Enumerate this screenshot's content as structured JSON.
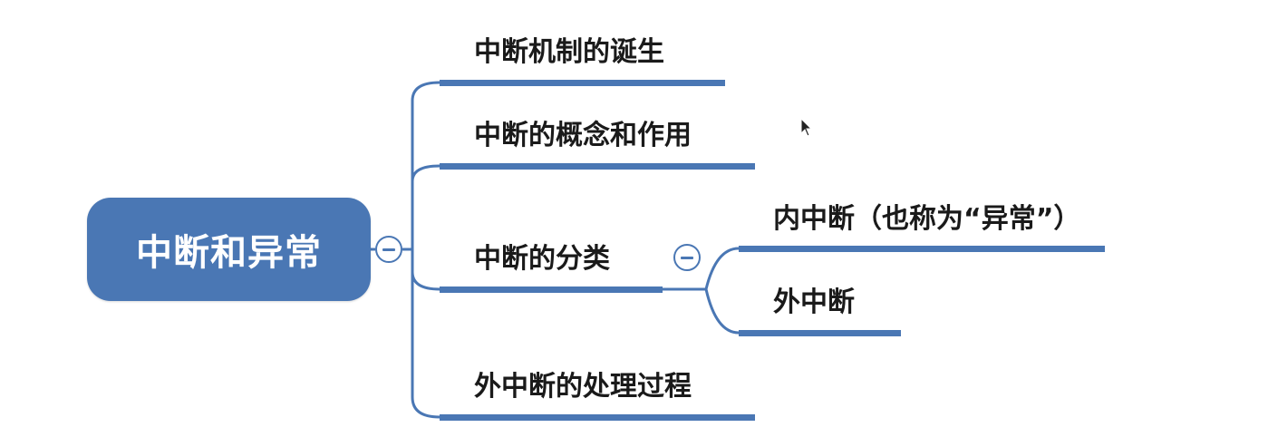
{
  "colors": {
    "accent": "#4a77b4",
    "root_text": "#ffffff",
    "topic_text": "#1a1a1a",
    "background": "#ffffff"
  },
  "root": {
    "label": "中断和异常"
  },
  "branches": [
    {
      "label": "中断机制的诞生"
    },
    {
      "label": "中断的概念和作用"
    },
    {
      "label": "中断的分类",
      "children": [
        {
          "label": "内中断（也称为“异常”）"
        },
        {
          "label": "外中断"
        }
      ]
    },
    {
      "label": "外中断的处理过程"
    }
  ],
  "icons": {
    "collapse": "minus-circle-icon",
    "pointer": "mouse-cursor-icon"
  }
}
